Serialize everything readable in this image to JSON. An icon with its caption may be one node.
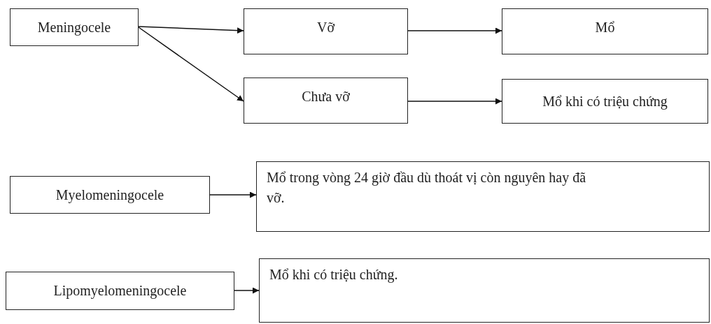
{
  "diagram": {
    "nodes": [
      {
        "text": [
          "Meningocele"
        ]
      },
      {
        "text": [
          "Vỡ"
        ]
      },
      {
        "text": [
          "Mổ"
        ]
      },
      {
        "text": [
          "Chưa vỡ"
        ]
      },
      {
        "text": [
          "Mổ khi có triệu chứng"
        ]
      },
      {
        "text": [
          "Myelomeningocele"
        ]
      },
      {
        "text": [
          "Mổ trong vòng 24 giờ đầu dù thoát vị còn nguyên hay đã vỡ."
        ]
      },
      {
        "text": [
          "Lipomyelomeningocele"
        ]
      },
      {
        "text": [
          "Mổ khi có triệu chứng."
        ]
      }
    ],
    "edges": [
      {
        "from": 0,
        "to": 1,
        "arrow": "to"
      },
      {
        "from": 0,
        "to": 3,
        "arrow": "to"
      },
      {
        "from": 1,
        "to": 2,
        "arrow": "to"
      },
      {
        "from": 3,
        "to": 4,
        "arrow": "to"
      },
      {
        "from": 5,
        "to": 6,
        "arrow": "to"
      },
      {
        "from": 7,
        "to": 8,
        "arrow": "to"
      }
    ]
  }
}
